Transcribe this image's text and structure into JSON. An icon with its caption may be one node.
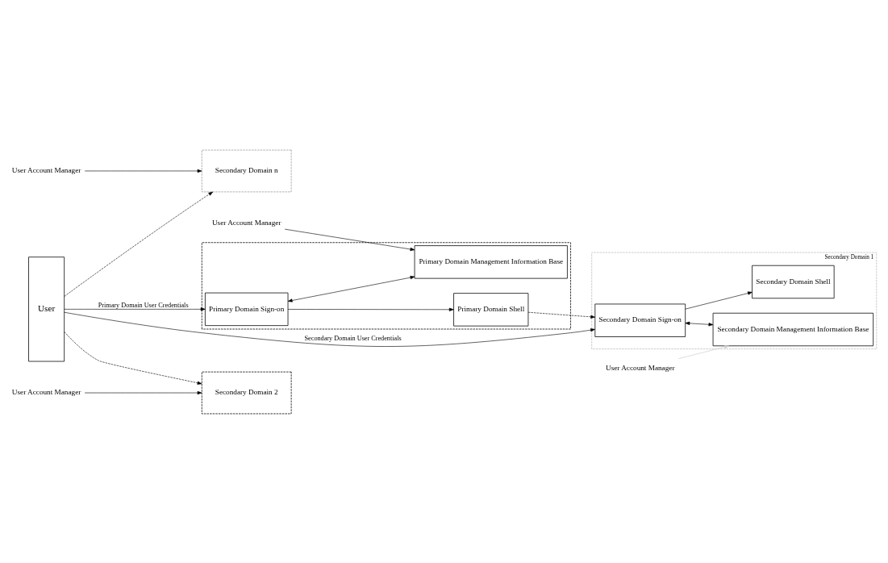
{
  "diagram": {
    "nodes": [
      {
        "text": [
          "User"
        ]
      },
      {
        "text": [],
        "shape": "box"
      },
      {
        "text": [
          "Primary Domain Sign-on"
        ],
        "in": 1
      },
      {
        "text": [
          "Primary Domain Management Information Base"
        ],
        "in": 1
      },
      {
        "text": [
          "Primary Domain Shell"
        ],
        "in": 1
      },
      {
        "text": [
          "User Account Manager"
        ]
      },
      {
        "text": [
          "Secondary Domain n"
        ]
      },
      {
        "text": [
          "Secondary Domain 2"
        ]
      },
      {
        "text": [
          "Secondary Domain 1"
        ]
      },
      {
        "text": [
          "Secondary Domain Sign-on"
        ],
        "in": 8
      },
      {
        "text": [
          "Secondary Domain Management Information Base"
        ],
        "in": 8
      },
      {
        "text": [
          "Secondary Domain Shell"
        ],
        "in": 8
      },
      {
        "text": [
          "User Account Manager"
        ]
      },
      {
        "text": [
          "User Account Manager"
        ]
      },
      {
        "text": [
          "User Account Manager"
        ]
      }
    ],
    "edges": [
      {
        "from": 0,
        "to": 2,
        "arrow": "to",
        "label": "Primary Domain User Credentials"
      },
      {
        "from": 2,
        "to": 3,
        "arrow": "both"
      },
      {
        "from": 5,
        "to": 3,
        "arrow": "to"
      },
      {
        "from": 2,
        "to": 4,
        "arrow": "to"
      },
      {
        "from": 4,
        "to": 9,
        "arrow": "to",
        "style": "dashed"
      },
      {
        "from": 0,
        "to": 6,
        "arrow": "to",
        "style": "dashed"
      },
      {
        "from": 0,
        "to": 7,
        "arrow": "to",
        "style": "dashed"
      },
      {
        "from": 0,
        "to": 9,
        "arrow": "to",
        "label": "Secondary Domain User Credentials"
      },
      {
        "from": 9,
        "to": 10,
        "arrow": "both"
      },
      {
        "from": 9,
        "to": 11,
        "arrow": "to"
      },
      {
        "from": 12,
        "to": 6,
        "arrow": "to"
      },
      {
        "from": 13,
        "to": 7,
        "arrow": "to"
      },
      {
        "from": 14,
        "to": 10,
        "arrow": "to",
        "color": "#c8c8c8"
      }
    ]
  }
}
